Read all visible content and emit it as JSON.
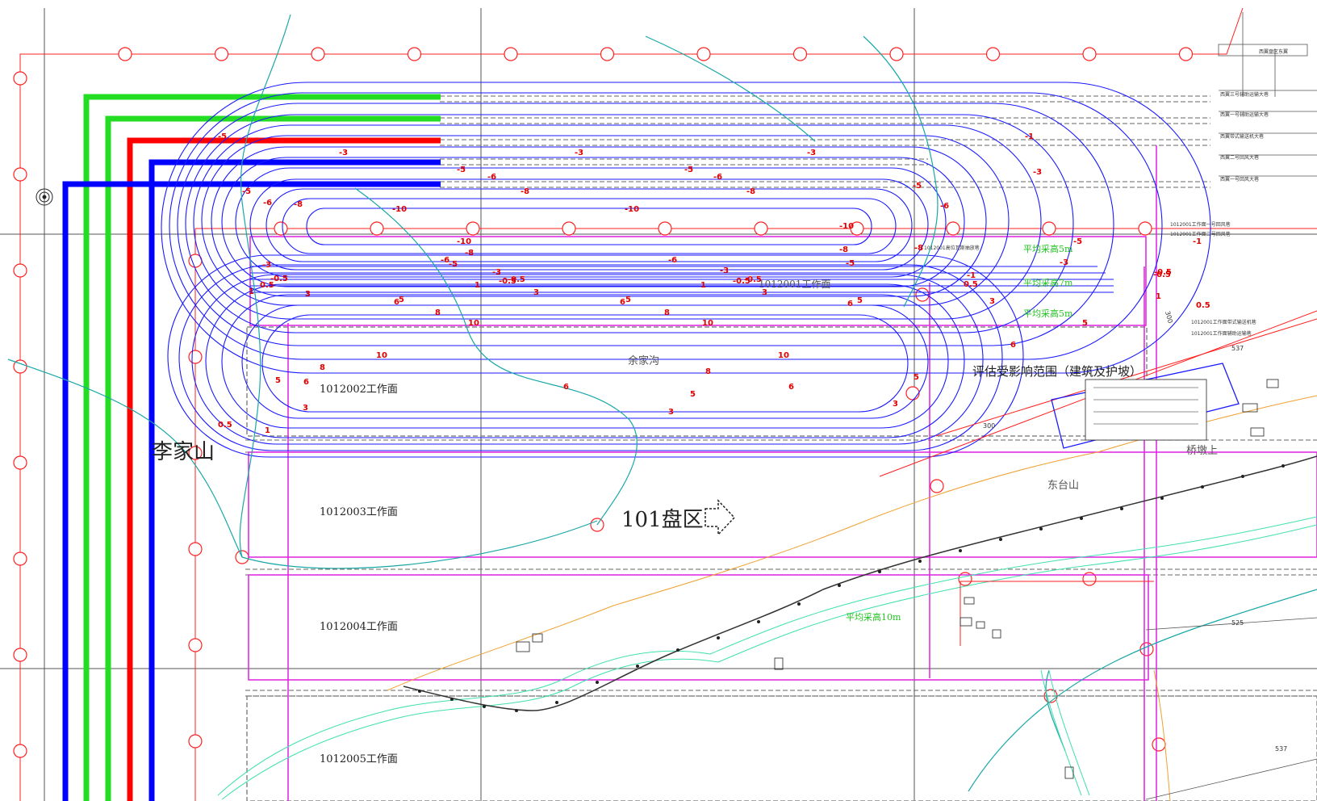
{
  "map": {
    "region_label": "101盘区",
    "mountain_label": "李家山",
    "town_label": "东台山",
    "village_label": "桥墩上",
    "valley_label": "余家沟",
    "impact_range_label": "评估受影响范围（建筑及护坡）",
    "faces": [
      {
        "id": "1012001",
        "label": "1012001工作面"
      },
      {
        "id": "1012002",
        "label": "1012002工作面"
      },
      {
        "id": "1012003",
        "label": "1012003工作面"
      },
      {
        "id": "1012004",
        "label": "1012004工作面"
      },
      {
        "id": "1012005",
        "label": "1012005工作面"
      }
    ],
    "mining_height_labels": [
      "平均采高5m",
      "平均采高7m",
      "平均采高5m",
      "平均采高10m"
    ],
    "roadway_labels": [
      "西翼三号辅助运输大巷",
      "西翼一号辅助运输大巷",
      "西翼带式输送机大巷",
      "西翼二号回风大巷",
      "西翼一号回风大巷",
      "1012001工作面一号回风巷",
      "1012001工作面二号回风巷",
      "1012001工作面带式输送机巷",
      "1012001工作面辅助运输巷",
      "1012001高位瓦斯抽放巷"
    ],
    "top_right_label": "西翼盘区东翼",
    "scale_values": [
      "300",
      "300",
      "525",
      "537",
      "537"
    ],
    "contour_values_negative": [
      "-10",
      "-8",
      "-6",
      "-5",
      "-3",
      "-1",
      "-0.5"
    ],
    "contour_values_positive": [
      "0.5",
      "1",
      "3",
      "5",
      "6",
      "8",
      "10"
    ],
    "colors": {
      "contour": "#1a1aff",
      "contour_label": "#e00000",
      "face_outline": "#e020e0",
      "grid": "#555555",
      "boundary_red": "#ff2020",
      "green_road": "#22dd22",
      "blue_road": "#0000ff",
      "river": "#1aa7a7",
      "terrain": "#40e0b0"
    }
  }
}
